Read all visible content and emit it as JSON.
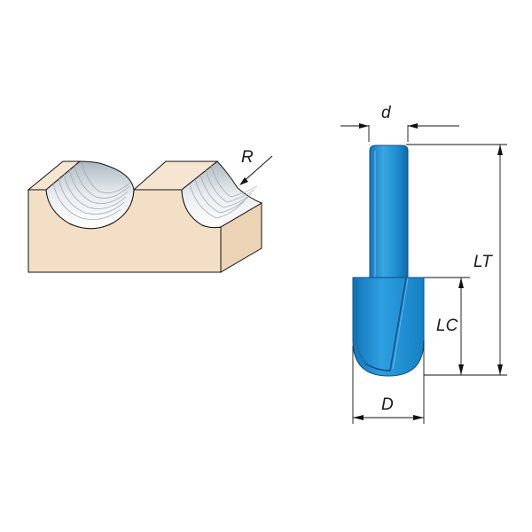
{
  "labels": {
    "R": "R",
    "d": "d",
    "LT": "LT",
    "LC": "LC",
    "D": "D"
  },
  "colors": {
    "wood_front": "#f3dfc6",
    "wood_top": "#f6e6d1",
    "wood_side": "#ecd3b6",
    "groove_light": "#f4f6f7",
    "groove_shade": "#c9d2d8",
    "cutter_body": "#1e8fd2",
    "cutter_dark": "#0d5f99",
    "cutter_light": "#5bb7ea"
  }
}
